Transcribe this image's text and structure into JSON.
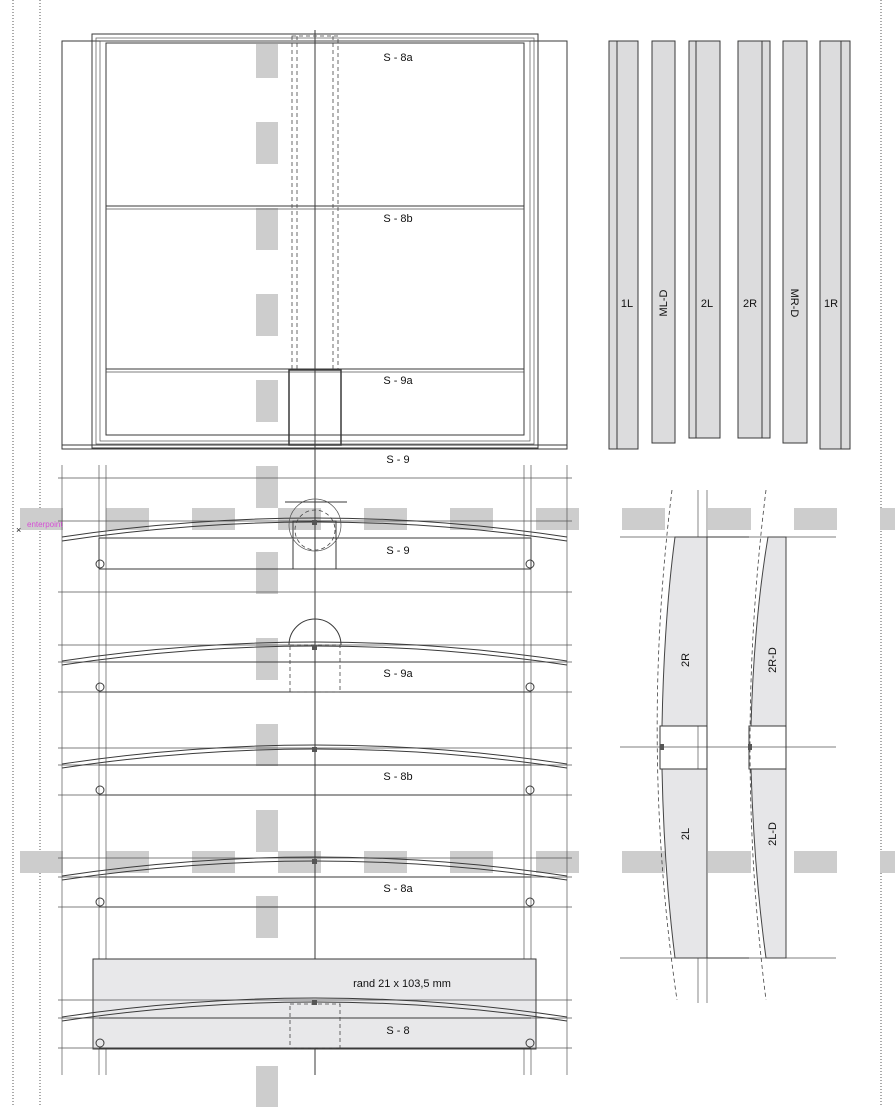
{
  "front_view": {
    "section_labels": [
      "S - 8a",
      "S - 8b",
      "S - 9a",
      "S - 9"
    ]
  },
  "slats": [
    "1L",
    "ML-D",
    "2L",
    "2R",
    "MR-D",
    "1R"
  ],
  "anchor": {
    "label": "enterpoint",
    "label_color": "#d64fd6"
  },
  "sections": {
    "s9": "S - 9",
    "s9a": "S - 9a",
    "s8b": "S - 8b",
    "s8a": "S - 8a",
    "s8": "S - 8",
    "rand_note": "rand 21 x 103,5 mm"
  },
  "curved_panels": {
    "left_top": "2R",
    "left_bottom": "2L",
    "right_top": "2R-D",
    "right_bottom": "2L-D"
  },
  "colors": {
    "registration_gray": "#cdcdcd",
    "panel_fill": "#e6e6e8",
    "line": "#3a3a3a"
  }
}
